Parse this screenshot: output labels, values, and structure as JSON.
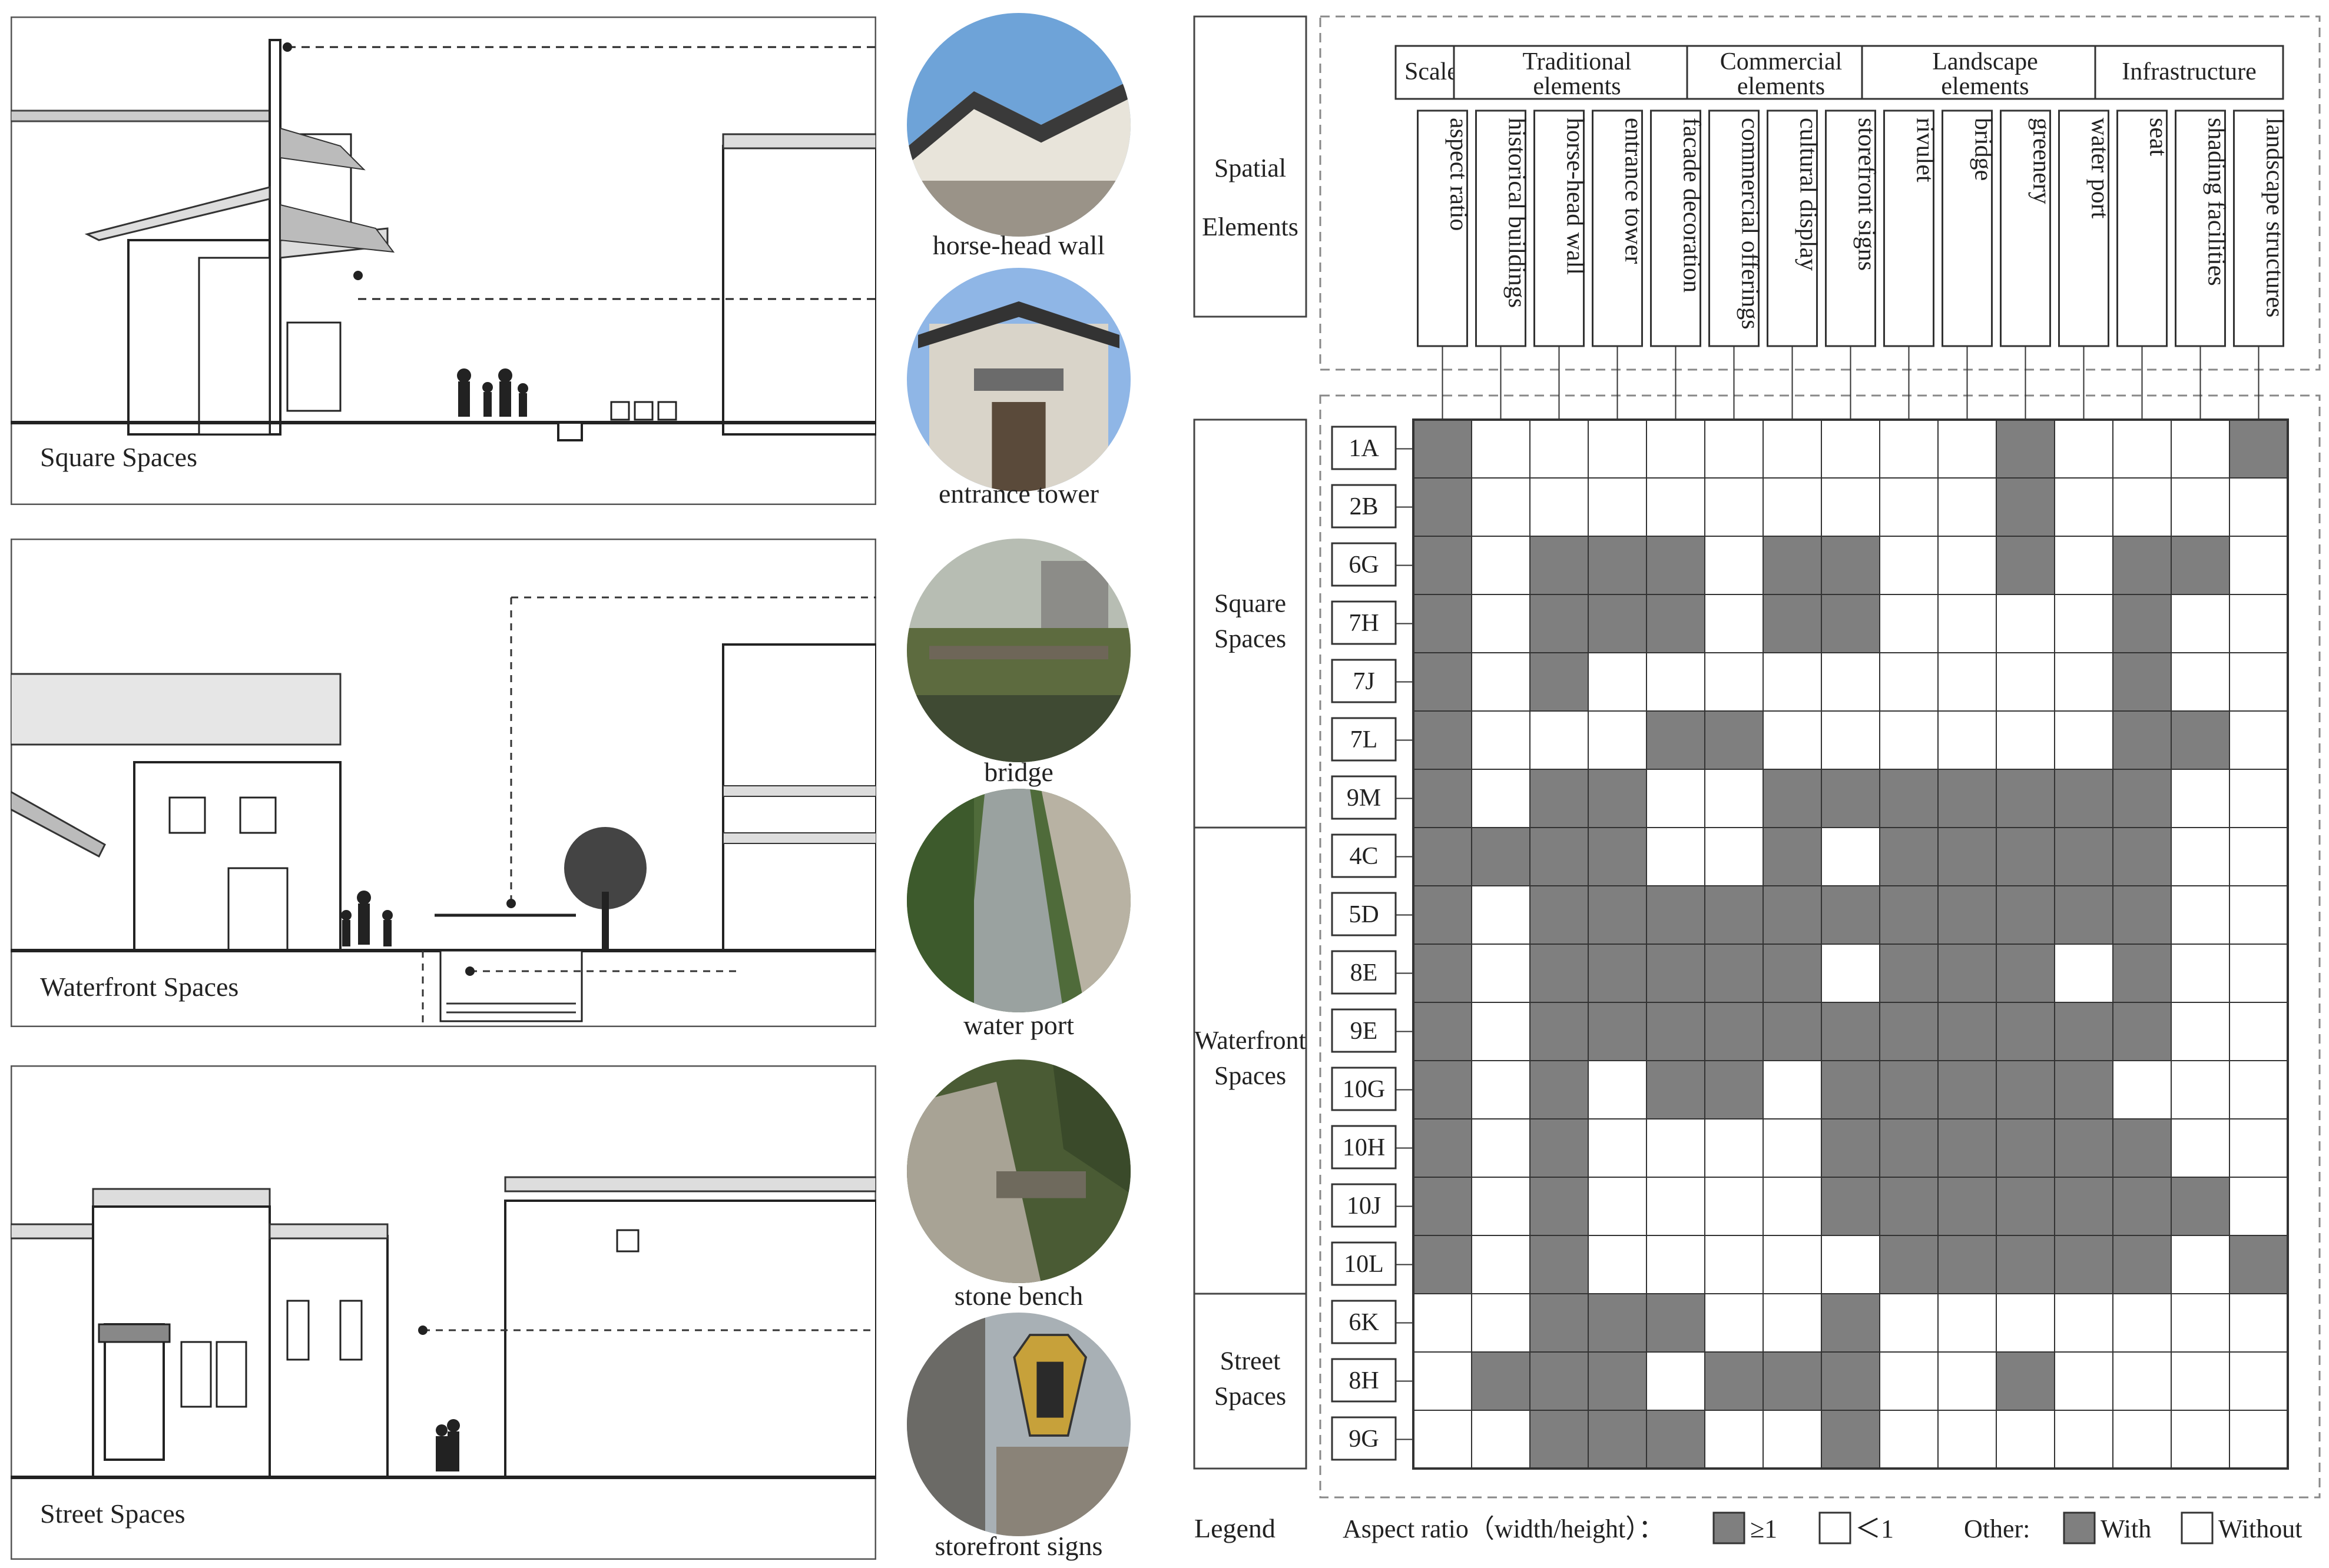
{
  "sections": {
    "square": "Square Spaces",
    "waterfront": "Waterfront Spaces",
    "street": "Street Spaces"
  },
  "photos": [
    {
      "label": "horse-head wall"
    },
    {
      "label": "entrance tower"
    },
    {
      "label": "bridge"
    },
    {
      "label": "water port"
    },
    {
      "label": "stone bench"
    },
    {
      "label": "storefront signs"
    }
  ],
  "matrix": {
    "corner_line1": "Spatial",
    "corner_line2": "Elements",
    "groups": [
      {
        "lines": [
          "Scale"
        ]
      },
      {
        "lines": [
          "Traditional",
          "elements"
        ]
      },
      {
        "lines": [
          "Commercial",
          "elements"
        ]
      },
      {
        "lines": [
          "Landscape",
          "elements"
        ]
      },
      {
        "lines": [
          "Infrastructure"
        ]
      }
    ],
    "columns": [
      "aspect ratio",
      "historical buildings",
      "horse-head wall",
      "entrance tower",
      "facade decoration",
      "commercial offerings",
      "cultural display",
      "storefront signs",
      "rivulet",
      "bridge",
      "greenery",
      "water port",
      "seat",
      "shading facilities",
      "landscape structures"
    ],
    "categories": [
      {
        "lines": [
          "Square",
          "Spaces"
        ]
      },
      {
        "lines": [
          "Waterfront",
          "Spaces"
        ]
      },
      {
        "lines": [
          "Street",
          "Spaces"
        ]
      }
    ],
    "rows": [
      {
        "id": "1A",
        "cells": [
          1,
          0,
          0,
          0,
          0,
          0,
          0,
          0,
          0,
          0,
          1,
          0,
          0,
          0,
          1
        ]
      },
      {
        "id": "2B",
        "cells": [
          1,
          0,
          0,
          0,
          0,
          0,
          0,
          0,
          0,
          0,
          1,
          0,
          0,
          0,
          0
        ]
      },
      {
        "id": "6G",
        "cells": [
          1,
          0,
          1,
          1,
          1,
          0,
          1,
          1,
          0,
          0,
          1,
          0,
          1,
          1,
          0
        ]
      },
      {
        "id": "7H",
        "cells": [
          1,
          0,
          1,
          1,
          1,
          0,
          1,
          1,
          0,
          0,
          0,
          0,
          1,
          0,
          0
        ]
      },
      {
        "id": "7J",
        "cells": [
          1,
          0,
          1,
          0,
          0,
          0,
          0,
          0,
          0,
          0,
          0,
          0,
          1,
          0,
          0
        ]
      },
      {
        "id": "7L",
        "cells": [
          1,
          0,
          0,
          0,
          1,
          1,
          0,
          0,
          0,
          0,
          0,
          0,
          1,
          1,
          0
        ]
      },
      {
        "id": "9M",
        "cells": [
          1,
          0,
          1,
          1,
          0,
          0,
          1,
          1,
          1,
          1,
          1,
          1,
          1,
          0,
          0
        ]
      },
      {
        "id": "4C",
        "cells": [
          1,
          1,
          1,
          1,
          0,
          0,
          1,
          0,
          1,
          1,
          1,
          1,
          1,
          0,
          0
        ]
      },
      {
        "id": "5D",
        "cells": [
          1,
          0,
          1,
          1,
          1,
          1,
          1,
          1,
          1,
          1,
          1,
          1,
          1,
          0,
          0
        ]
      },
      {
        "id": "8E",
        "cells": [
          1,
          0,
          1,
          1,
          1,
          1,
          1,
          0,
          1,
          1,
          1,
          0,
          1,
          0,
          0
        ]
      },
      {
        "id": "9E",
        "cells": [
          1,
          0,
          1,
          1,
          1,
          1,
          1,
          1,
          1,
          1,
          1,
          1,
          1,
          0,
          0
        ]
      },
      {
        "id": "10G",
        "cells": [
          1,
          0,
          1,
          0,
          1,
          1,
          0,
          1,
          1,
          1,
          1,
          1,
          0,
          0,
          0
        ]
      },
      {
        "id": "10H",
        "cells": [
          1,
          0,
          1,
          0,
          0,
          0,
          0,
          1,
          1,
          1,
          1,
          1,
          1,
          0,
          0
        ]
      },
      {
        "id": "10J",
        "cells": [
          1,
          0,
          1,
          0,
          0,
          0,
          0,
          1,
          1,
          1,
          1,
          1,
          1,
          1,
          0
        ]
      },
      {
        "id": "10L",
        "cells": [
          1,
          0,
          1,
          0,
          0,
          0,
          0,
          0,
          1,
          1,
          1,
          1,
          1,
          0,
          1
        ]
      },
      {
        "id": "6K",
        "cells": [
          0,
          0,
          1,
          1,
          1,
          0,
          0,
          1,
          0,
          0,
          0,
          0,
          0,
          0,
          0
        ]
      },
      {
        "id": "8H",
        "cells": [
          0,
          1,
          1,
          1,
          0,
          1,
          1,
          1,
          0,
          0,
          1,
          0,
          0,
          0,
          0
        ]
      },
      {
        "id": "9G",
        "cells": [
          0,
          0,
          1,
          1,
          1,
          0,
          0,
          1,
          0,
          0,
          0,
          0,
          0,
          0,
          0
        ]
      }
    ]
  },
  "legend": {
    "title": "Legend",
    "aspect_label": "Aspect ratio（width/height）：",
    "ge1": "≥1",
    "lt1": "＜1",
    "other_label": "Other:",
    "with": "With",
    "without": "Without"
  },
  "colors": {
    "filled": "#7f7f7f",
    "empty": "#ffffff",
    "line": "#333333"
  }
}
